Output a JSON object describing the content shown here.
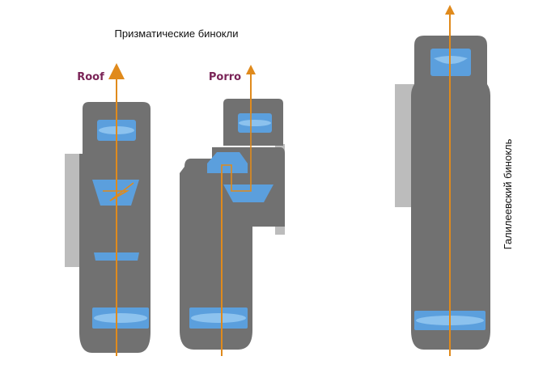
{
  "diagram": {
    "title": "Призматические бинокли",
    "labels": {
      "roof": "Roof",
      "porro": "Porro",
      "galilean": "Галилеевский бинокль"
    },
    "colors": {
      "body_dark": "#717171",
      "body_light": "#bcbcbc",
      "glass": "#5b9fdd",
      "glass_edge": "#8cc2ee",
      "light_path": "#e08a1c",
      "label_accent": "#7a2457",
      "text": "#111111"
    },
    "icons": [
      "up-arrow-icon"
    ]
  }
}
